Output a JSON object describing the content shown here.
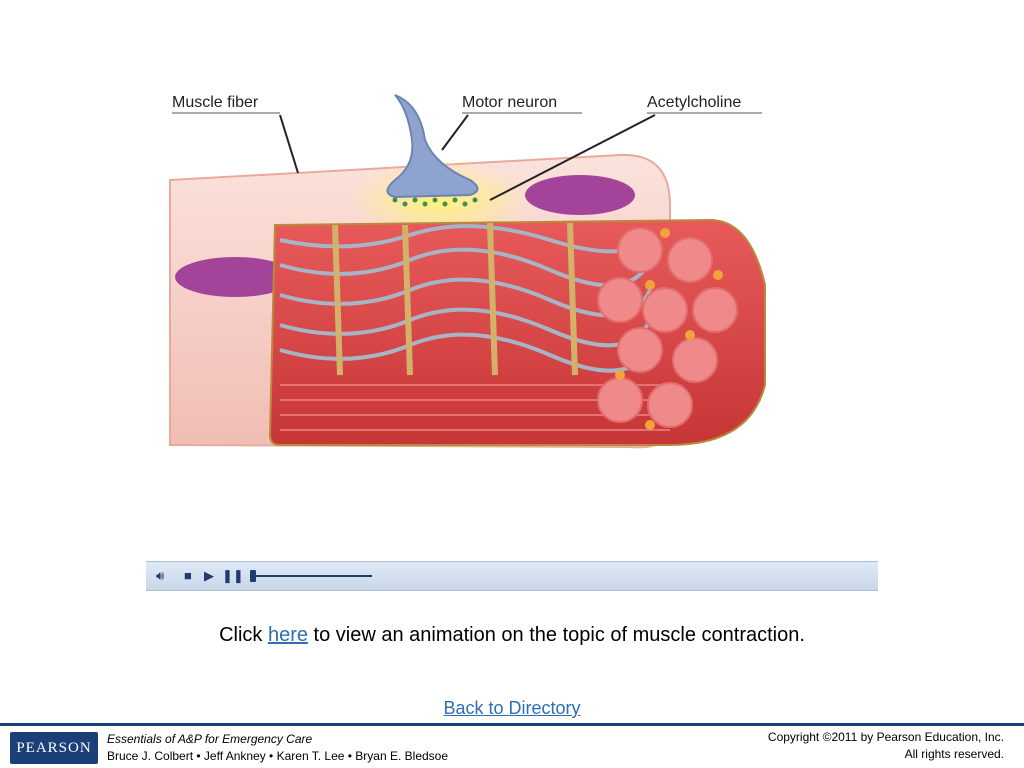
{
  "illustration": {
    "labels": {
      "muscle_fiber": "Muscle fiber",
      "motor_neuron": "Motor neuron",
      "acetylcholine": "Acetylcholine"
    }
  },
  "media_player": {
    "volume_icon": "speaker-icon",
    "stop_icon": "stop-icon",
    "play_icon": "play-icon",
    "pause_icon": "pause-icon",
    "progress": 0.0
  },
  "caption": {
    "before": "Click ",
    "link": "here",
    "after": " to view an animation on the topic of muscle contraction."
  },
  "navigation": {
    "back_link": "Back to Directory"
  },
  "footer": {
    "logo_text": "PEARSON",
    "book_title": "Essentials of A&P for Emergency Care",
    "authors": "Bruce J. Colbert • Jeff Ankney • Karen T. Lee • Bryan E. Bledsoe",
    "copyright": "Copyright ©2011 by Pearson Education, Inc.",
    "rights": "All rights reserved."
  },
  "colors": {
    "link": "#2f6db5",
    "footer_brand": "#1b3f78",
    "muscle_red": "#d94b4b",
    "fiber_pink": "#f5c9c0",
    "neuron_blue": "#8ea4cf"
  }
}
